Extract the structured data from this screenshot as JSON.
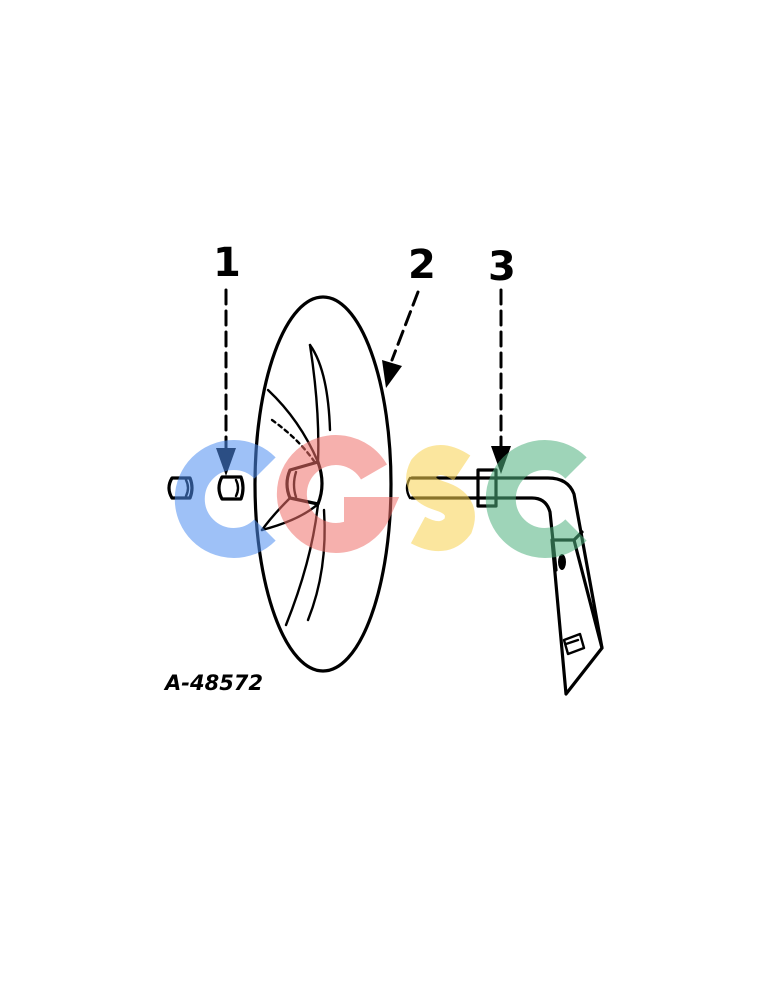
{
  "figure": {
    "callouts": [
      {
        "number": "1",
        "part": "bearing"
      },
      {
        "number": "2",
        "part": "disk"
      },
      {
        "number": "3",
        "part": "arm"
      }
    ],
    "figure_code": "A-48572",
    "watermark": {
      "letters": [
        "C",
        "G",
        "S",
        "C"
      ],
      "colors": [
        "#4f8ef0",
        "#ef6f6a",
        "#f7d24e",
        "#4fb07e"
      ]
    }
  }
}
